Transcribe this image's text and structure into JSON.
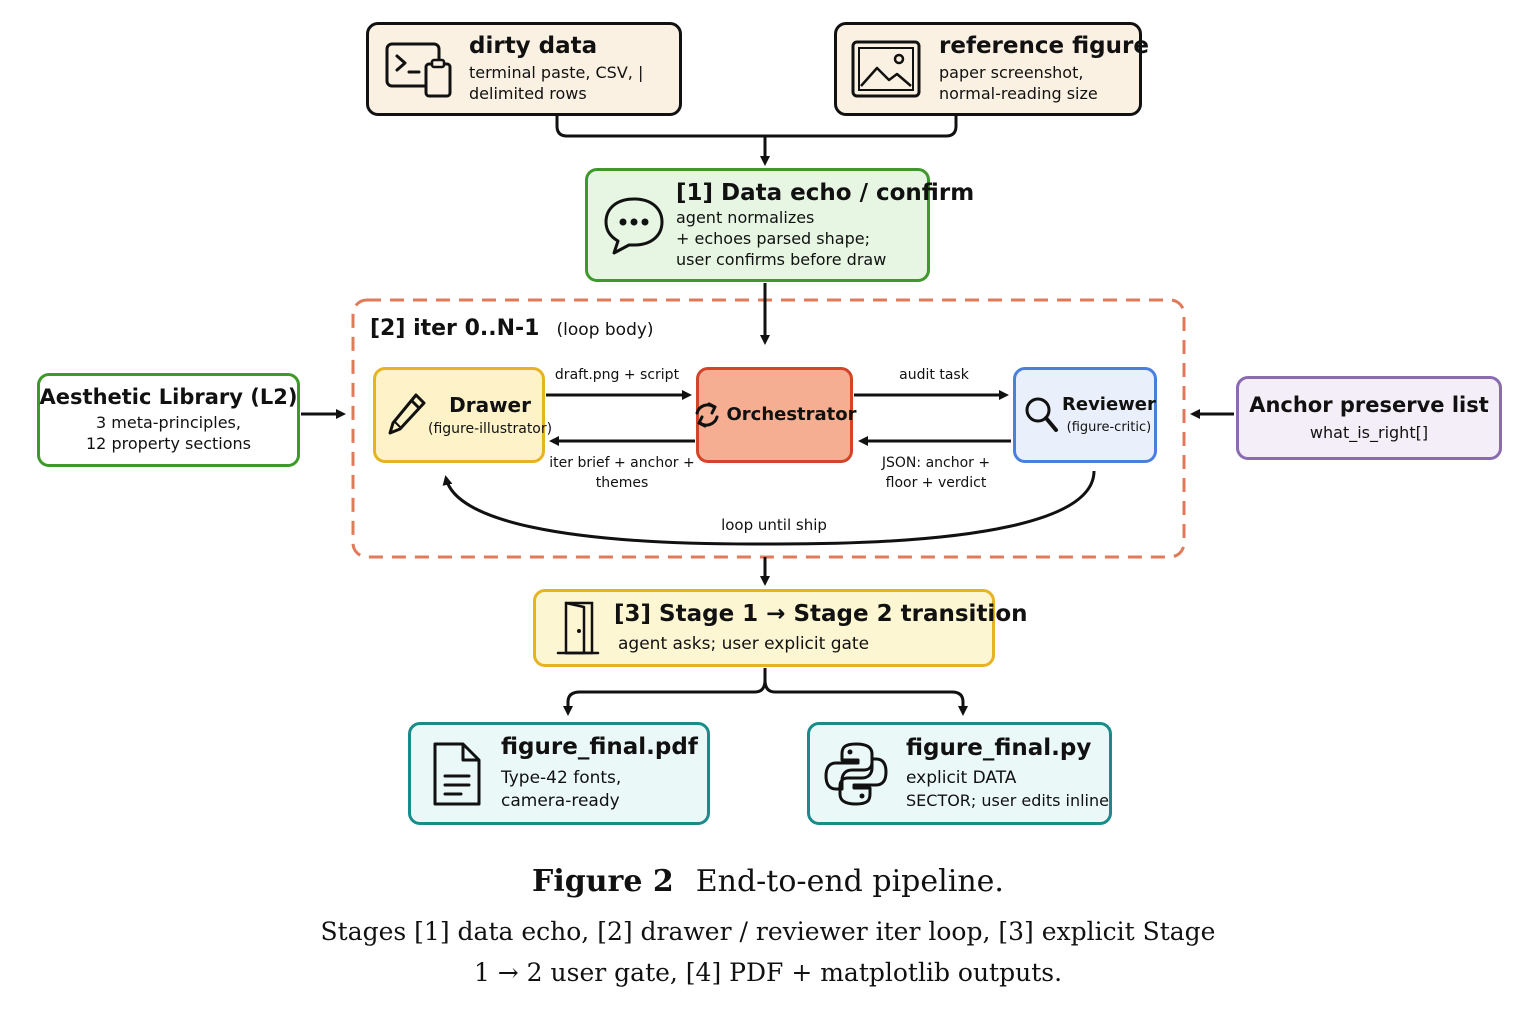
{
  "inputs": {
    "dirty": {
      "title": "dirty data",
      "line1": "terminal paste, CSV, |",
      "line2": "delimited rows"
    },
    "reference": {
      "title": "reference figure",
      "line1": "paper screenshot,",
      "line2": "normal-reading size"
    }
  },
  "echo": {
    "title": "[1] Data echo / confirm",
    "line1": "agent normalizes",
    "line2": "+ echoes parsed shape;",
    "line3": "user confirms before draw"
  },
  "loop": {
    "title": "[2] iter 0..N-1",
    "subtitle": "(loop body)",
    "drawer": {
      "title": "Drawer",
      "sub": "(figure-illustrator)"
    },
    "orchestrator": {
      "title": "Orchestrator"
    },
    "reviewer": {
      "title": "Reviewer",
      "sub": "(figure-critic)"
    },
    "edges": {
      "draft": "draft.png + script",
      "audit": "audit task",
      "brief1": "iter brief + anchor +",
      "brief2": "themes",
      "json1": "JSON: anchor +",
      "json2": "floor + verdict",
      "loop_back": "loop until ship"
    }
  },
  "library": {
    "title": "Aesthetic Library (L2)",
    "line1": "3 meta-principles,",
    "line2": "12 property sections"
  },
  "anchor": {
    "title": "Anchor preserve list",
    "line1": "what_is_right[]"
  },
  "gate": {
    "title": "[3] Stage 1 → Stage 2 transition",
    "line1": "agent asks; user explicit gate"
  },
  "outputs": {
    "pdf": {
      "title": "figure_final.pdf",
      "line1": "Type-42 fonts,",
      "line2": "camera-ready"
    },
    "py": {
      "title": "figure_final.py",
      "line1": "explicit DATA",
      "line2": "SECTOR; user edits inline"
    }
  },
  "caption": {
    "figure": "Figure 2",
    "title": "End-to-end pipeline.",
    "line1": "Stages [1] data echo, [2] drawer / reviewer iter loop, [3] explicit Stage",
    "line2": "1 → 2 user gate, [4] PDF + matplotlib outputs."
  },
  "colors": {
    "input_fill": "#fbf1e2",
    "echo_fill": "#e6f6e2",
    "echo_border": "#3d9a2a",
    "loop_border": "#e07a5a",
    "drawer_fill": "#fdf2c8",
    "drawer_border": "#e6b422",
    "orch_fill": "#f5ae92",
    "orch_border": "#d2452a",
    "reviewer_fill": "#e9f0fb",
    "reviewer_border": "#4a7fe0",
    "library_border": "#3d9a2a",
    "anchor_fill": "#f4eef8",
    "anchor_border": "#8a6bb0",
    "gate_fill": "#fdf6d2",
    "gate_border": "#e6b422",
    "output_fill": "#ebf8f8",
    "output_border": "#1a8a8a"
  },
  "icons": [
    "terminal-clipboard-icon",
    "image-icon",
    "chat-bubble-icon",
    "pencil-icon",
    "refresh-icon",
    "magnifier-icon",
    "door-icon",
    "document-icon",
    "python-icon"
  ]
}
